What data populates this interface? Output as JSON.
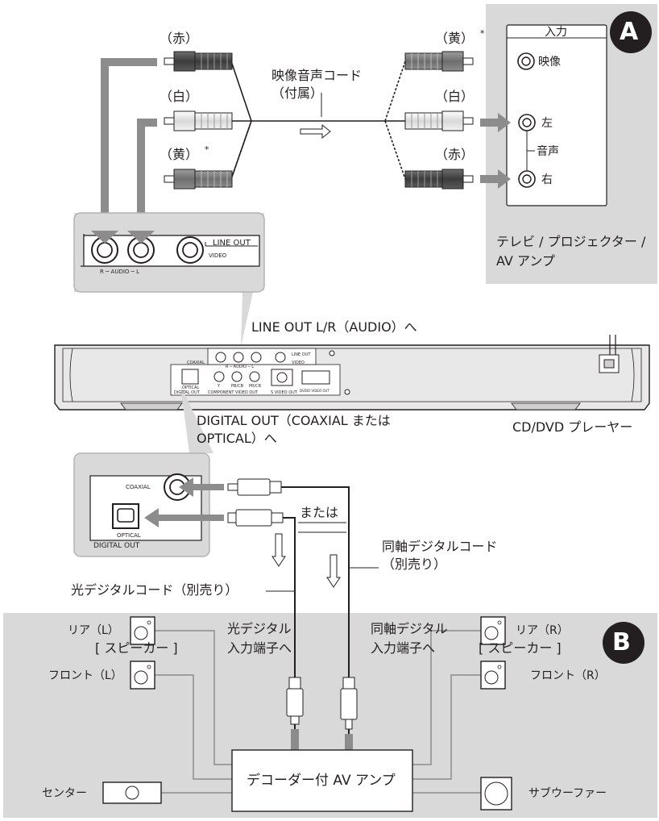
{
  "badge_a": "A",
  "badge_b": "B",
  "cable_av": {
    "line1": "映像音声コード",
    "line2": "（付属）"
  },
  "plug_labels": {
    "red_left": "（赤）",
    "white_left": "（白）",
    "yellow_left": "（黄）",
    "yellow_right": "（黄）",
    "white_right": "（白）",
    "red_right": "（赤）",
    "asterisk": "*"
  },
  "tv_panel": {
    "input_title": "入力",
    "video": "映像",
    "left": "左",
    "audio": "音声",
    "right": "右",
    "device_line1": "テレビ / プロジェクター /",
    "device_line2": "AV アンプ"
  },
  "lineout_zoom": {
    "line_out": "LINE OUT",
    "video": "VIDEO",
    "audio": "R ─ AUDIO ─ L"
  },
  "callouts": {
    "line_out_lr": "LINE OUT L/R（AUDIO）へ",
    "digital_out_1": "DIGITAL OUT（COAXIAL または",
    "digital_out_2": "OPTICAL）へ",
    "player": "CD/DVD プレーヤー"
  },
  "player_panel": {
    "coaxial": "COAXIAL",
    "optical": "OPTICAL",
    "digital_out": "DIGITAL OUT",
    "component_video_out": "COMPONENT VIDEO OUT",
    "s_video_out": "S VIDEO OUT",
    "line_out": "LINE OUT",
    "video": "VIDEO",
    "audio": "R ─ AUDIO ─ L",
    "y": "Y",
    "pb": "PB/CB",
    "pr": "PR/CR",
    "dvd_video_out": "DVDIO VIDEO OUT"
  },
  "digital_zoom": {
    "coaxial": "COAXIAL",
    "optical": "OPTICAL",
    "digital_out": "DIGITAL OUT"
  },
  "cables": {
    "or": "または",
    "coax_line1": "同軸デジタルコード",
    "coax_line2": "（別売り）",
    "optical": "光デジタルコード（別売り）"
  },
  "amp_section": {
    "optical_in_1": "光デジタル",
    "optical_in_2": "入力端子へ",
    "coax_in_1": "同軸デジタル",
    "coax_in_2": "入力端子へ",
    "speakers_left": "[ スピーカー ]",
    "speakers_right": "[ スピーカー ]",
    "rear_l": "リア（L）",
    "front_l": "フロント（L）",
    "center": "センター",
    "rear_r": "リア（R）",
    "front_r": "フロント（R）",
    "subwoofer": "サブウーファー",
    "amp": "デコーダー付 AV アンプ"
  }
}
